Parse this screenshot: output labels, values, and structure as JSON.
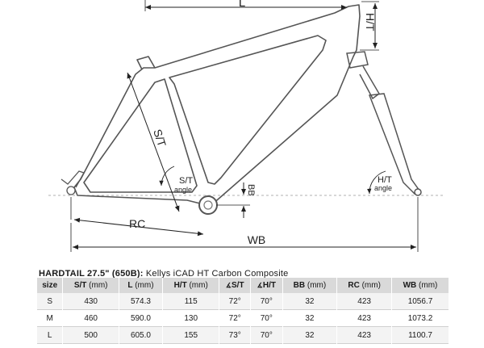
{
  "diagram": {
    "labels": {
      "L": "L",
      "HT": "H/T",
      "ST": "S/T",
      "ST_angle_top": "S/T",
      "ST_angle_bottom": "angle",
      "HT_angle_top": "H/T",
      "HT_angle_bottom": "angle",
      "BB": "BB",
      "RC": "RC",
      "WB": "WB"
    }
  },
  "spec": {
    "title_bold": "HARDTAIL 27.5\" (650B):",
    "title_rest": " Kellys iCAD HT Carbon Composite",
    "headers": [
      {
        "label": "size",
        "unit": "",
        "icon": ""
      },
      {
        "label": "S/T",
        "unit": " (mm)",
        "icon": ""
      },
      {
        "label": "L",
        "unit": " (mm)",
        "icon": ""
      },
      {
        "label": "H/T",
        "unit": " (mm)",
        "icon": ""
      },
      {
        "label": "S/T",
        "unit": "",
        "icon": "∡"
      },
      {
        "label": "H/T",
        "unit": "",
        "icon": "∡"
      },
      {
        "label": "BB",
        "unit": " (mm)",
        "icon": ""
      },
      {
        "label": "RC",
        "unit": " (mm)",
        "icon": ""
      },
      {
        "label": "WB",
        "unit": " (mm)",
        "icon": ""
      }
    ],
    "rows": [
      [
        "S",
        "430",
        "574.3",
        "115",
        "72°",
        "70°",
        "32",
        "423",
        "1056.7"
      ],
      [
        "M",
        "460",
        "590.0",
        "130",
        "72°",
        "70°",
        "32",
        "423",
        "1073.2"
      ],
      [
        "L",
        "500",
        "605.0",
        "155",
        "73°",
        "70°",
        "32",
        "423",
        "1100.7"
      ]
    ]
  }
}
